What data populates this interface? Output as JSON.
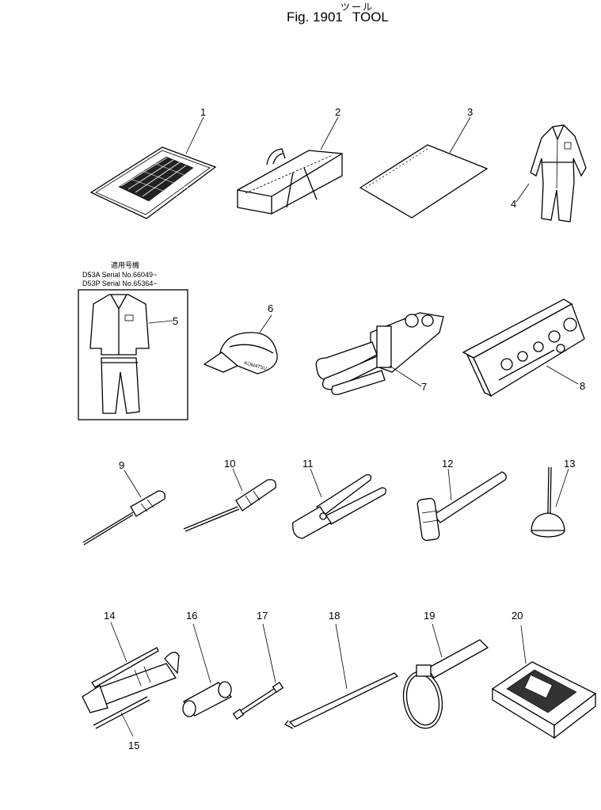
{
  "header": {
    "jp_title": "ツール",
    "fig_label": "Fig. 1901",
    "fig_name": "TOOL"
  },
  "note": {
    "jp_line": "適用号機",
    "line1": "D53A Serial No.66049~",
    "line2": "D53P Serial No.65364~"
  },
  "callouts": {
    "c1": "1",
    "c2": "2",
    "c3": "3",
    "c4": "4",
    "c5": "5",
    "c6": "6",
    "c7": "7",
    "c8": "8",
    "c9": "9",
    "c10": "10",
    "c11": "11",
    "c12": "12",
    "c13": "13",
    "c14": "14",
    "c15": "15",
    "c16": "16",
    "c17": "17",
    "c18": "18",
    "c19": "19",
    "c20": "20"
  }
}
